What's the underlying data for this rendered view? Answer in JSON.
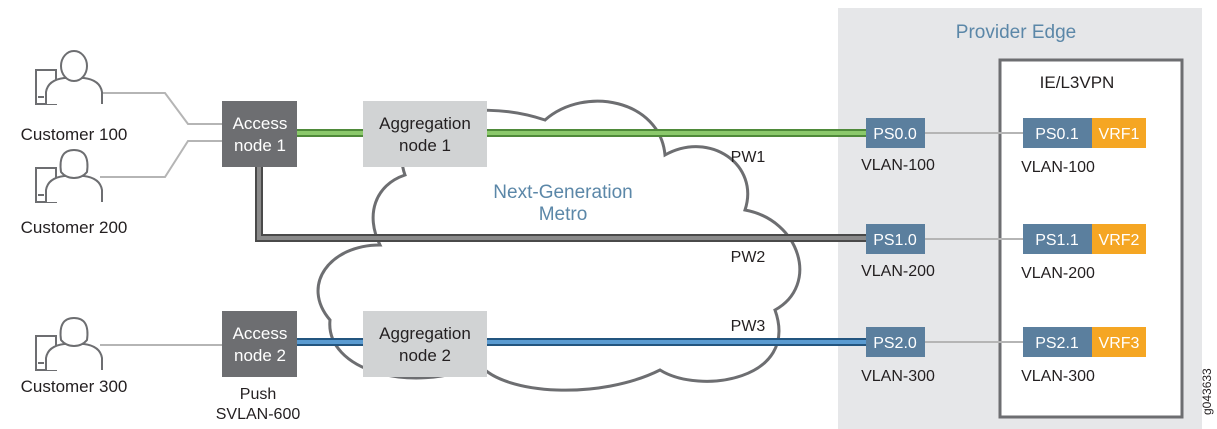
{
  "provider_edge": {
    "title": "Provider Edge"
  },
  "l3vpn": {
    "title": "IE/L3VPN"
  },
  "cloud": {
    "label_line1": "Next-Generation",
    "label_line2": "Metro"
  },
  "customers": [
    {
      "label": "Customer 100"
    },
    {
      "label": "Customer 200"
    },
    {
      "label": "Customer 300"
    }
  ],
  "access_nodes": [
    {
      "line1": "Access",
      "line2": "node 1"
    },
    {
      "line1": "Access",
      "line2": "node 2",
      "note_line1": "Push",
      "note_line2": "SVLAN-600"
    }
  ],
  "aggregation_nodes": [
    {
      "line1": "Aggregation",
      "line2": "node 1"
    },
    {
      "line1": "Aggregation",
      "line2": "node 2"
    }
  ],
  "pseudowires": [
    {
      "label": "PW1",
      "color": "#6ab04c"
    },
    {
      "label": "PW2",
      "color": "#666666"
    },
    {
      "label": "PW3",
      "color": "#3f7fb5"
    }
  ],
  "pe_interfaces": [
    {
      "label": "PS0.0",
      "vlan": "VLAN-100"
    },
    {
      "label": "PS1.0",
      "vlan": "VLAN-200"
    },
    {
      "label": "PS2.0",
      "vlan": "VLAN-300"
    }
  ],
  "vpn_interfaces": [
    {
      "label": "PS0.1",
      "vrf": "VRF1",
      "vlan": "VLAN-100"
    },
    {
      "label": "PS1.1",
      "vrf": "VRF2",
      "vlan": "VLAN-200"
    },
    {
      "label": "PS2.1",
      "vrf": "VRF3",
      "vlan": "VLAN-300"
    }
  ],
  "figure_id": "g043633",
  "colors": {
    "pe_background": "#e6e7e9",
    "ps_box": "#5b7f9e",
    "vrf_box": "#f5a623",
    "access_box": "#6d6e71",
    "aggregation_box": "#d1d3d4",
    "title_text": "#5b87a8"
  }
}
